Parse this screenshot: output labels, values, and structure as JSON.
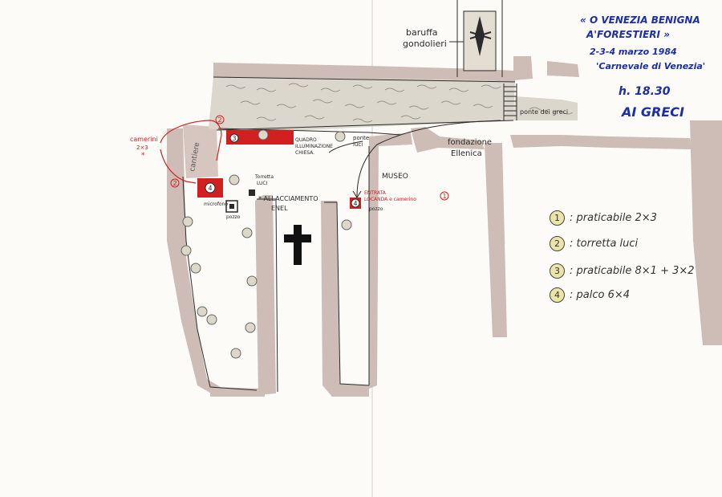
{
  "title": {
    "line1": "« O VENEZIA BENIGNA",
    "line2": "A'FORESTIERI »",
    "dates": "2-3-4 marzo 1984",
    "organizer": "'Carnevale di Venezia'",
    "time": "h. 18.30",
    "venue": "AI GRECI"
  },
  "labels": {
    "baruffa": "baruffa",
    "gondolieri": "gondolieri",
    "ponte_dei_greci": "ponte dei greci",
    "camerini_a": "camerini",
    "camerini_b": "2×3",
    "camerini_star": "*",
    "nota_edificio": "cantiere",
    "quadro_line1": "QUADRO",
    "quadro_line2": "ILLUMINAZIONE",
    "quadro_line3": "CHIESA.",
    "ponte_luci_a": "ponte",
    "ponte_luci_b": "luci",
    "fondazione_line1": "fondazione",
    "fondazione_line2": "Ellenica",
    "museo": "MUSEO",
    "torretta_line1": "Torretta",
    "torretta_line2": "LUCI",
    "allacciamento_line1": "* ALLACCIAMENTO",
    "allacciamento_line2": "ENEL",
    "microfono": "microfono",
    "pozzo_left": "pozzo",
    "entrata_line1": "ENTRATA",
    "entrata_line2": "LOCANDA  e camerino",
    "pozzo_right": "pozzo",
    "marker_1": "1",
    "marker_2a": "2",
    "marker_2b": "2",
    "marker_3": "3",
    "marker_4a": "4",
    "marker_4b": "4"
  },
  "legend": [
    {
      "num": "1",
      "text": ": praticabile  2×3"
    },
    {
      "num": "2",
      "text": ": torretta  luci"
    },
    {
      "num": "3",
      "text": ": praticabile  8×1 + 3×2"
    },
    {
      "num": "4",
      "text": ": palco  6×4"
    }
  ],
  "colors": {
    "wall": "#cdbdb6",
    "canal": "#dcd7cc",
    "ink": "#2b2b2b",
    "red": "#d22020",
    "blue": "#1a2ea8",
    "legend_fill": "#ece3a6"
  }
}
